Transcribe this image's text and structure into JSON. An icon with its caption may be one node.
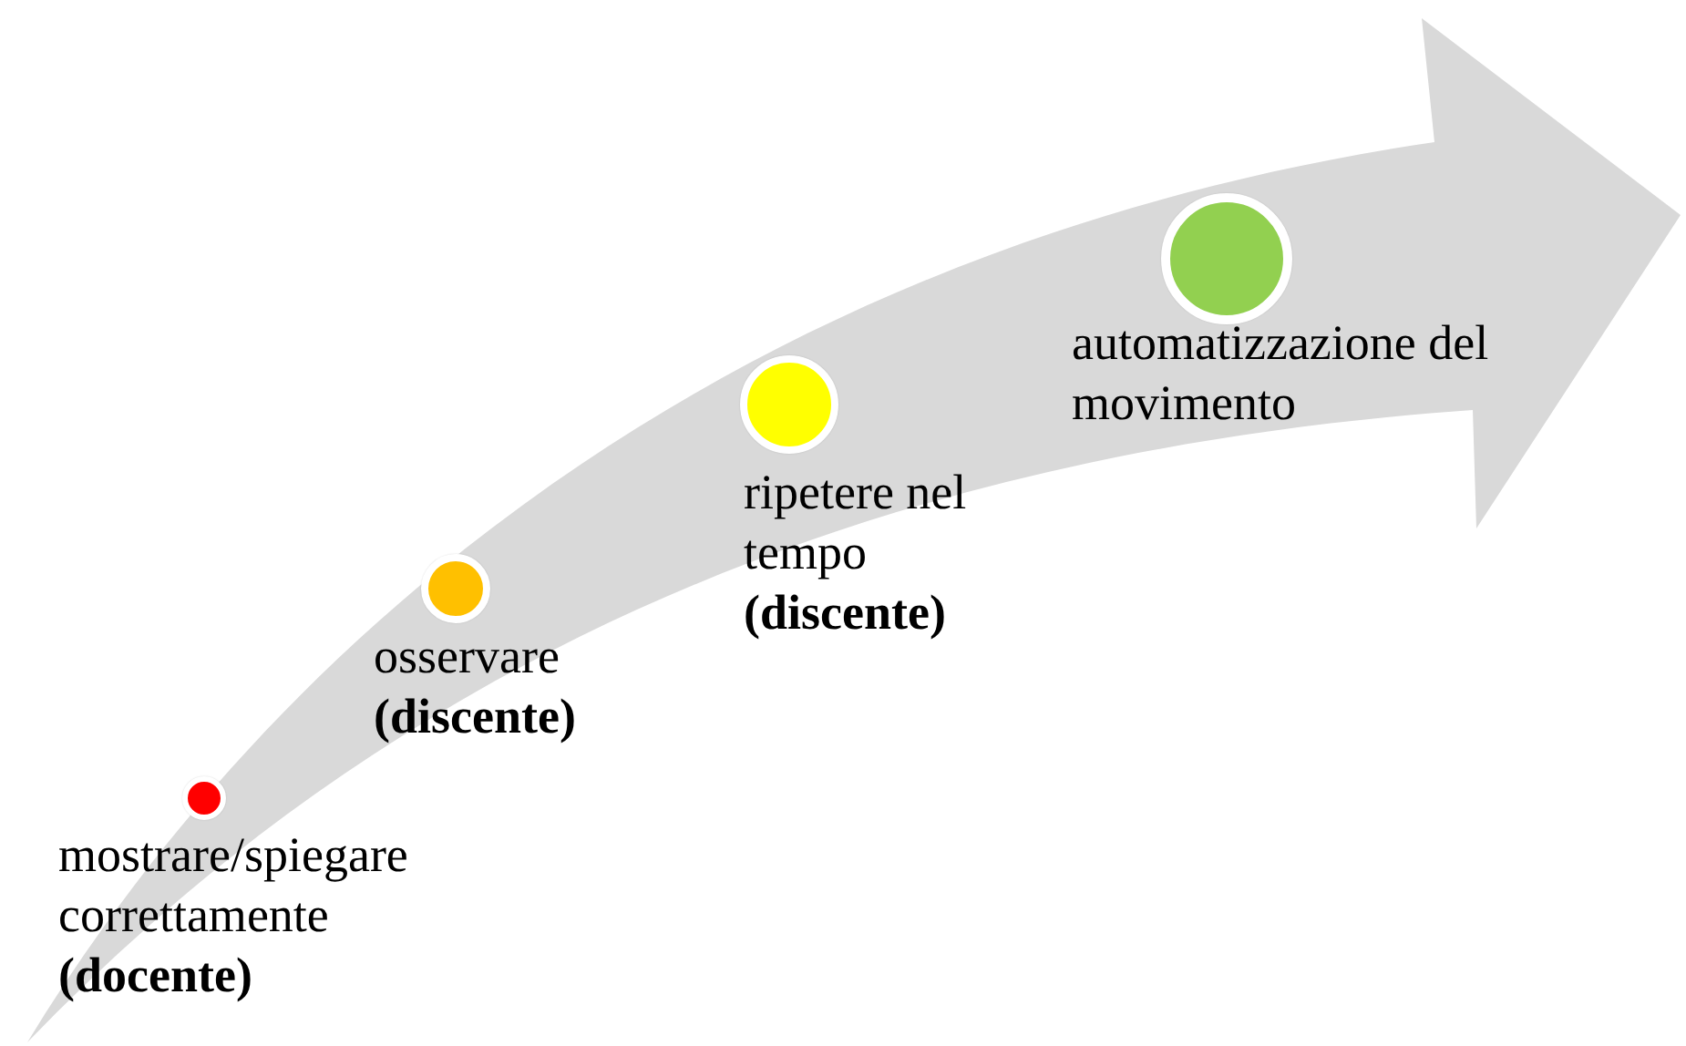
{
  "diagram": {
    "nodes": [
      {
        "text": [],
        "shape": "circle",
        "beside": [
          "mostrare/spiegare correttamente **(docente)**"
        ]
      },
      {
        "text": [],
        "shape": "circle",
        "beside": [
          "osservare **(discente)**"
        ]
      },
      {
        "text": [],
        "shape": "circle",
        "beside": [
          "ripetere nel tempo **(discente)**"
        ]
      },
      {
        "text": [],
        "shape": "circle",
        "beside": [
          "automatizzazione del movimento"
        ]
      }
    ]
  }
}
